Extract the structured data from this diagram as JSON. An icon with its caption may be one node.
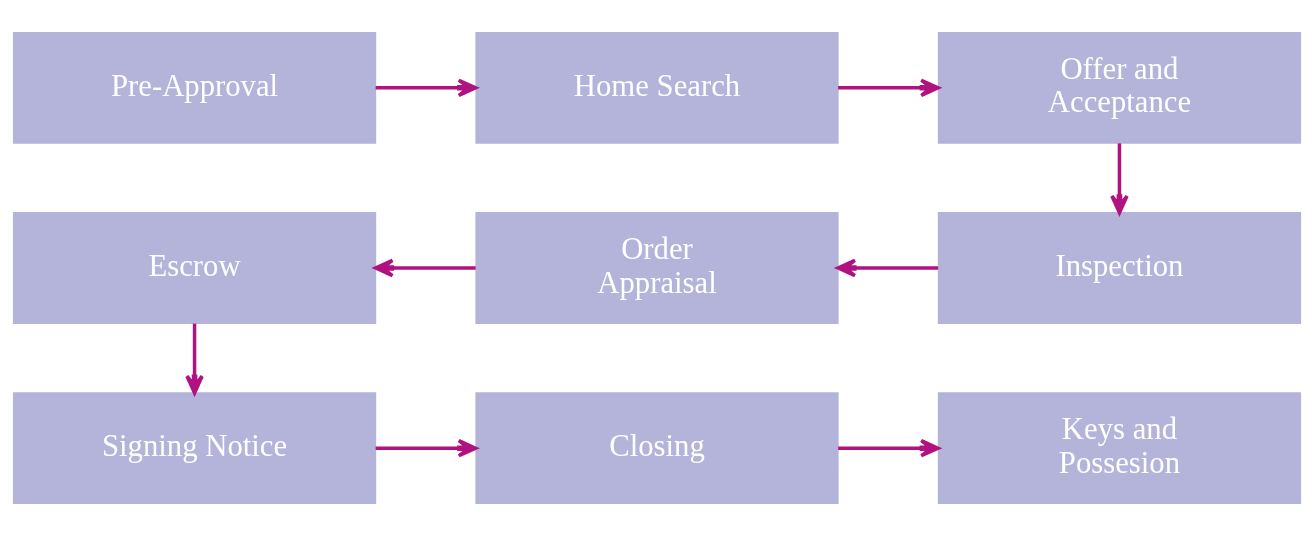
{
  "diagram": {
    "nodes": [
      {
        "text": [
          "Pre-Approval"
        ]
      },
      {
        "text": [
          "Home Search"
        ]
      },
      {
        "text": [
          "Offer and Acceptance"
        ]
      },
      {
        "text": [
          "Inspection"
        ]
      },
      {
        "text": [
          "Order Appraisal"
        ]
      },
      {
        "text": [
          "Escrow"
        ]
      },
      {
        "text": [
          "Signing Notice"
        ]
      },
      {
        "text": [
          "Closing"
        ]
      },
      {
        "text": [
          "Keys and Possesion"
        ]
      }
    ],
    "edges": [
      {
        "from": 0,
        "to": 1,
        "arrow": "to"
      },
      {
        "from": 1,
        "to": 2,
        "arrow": "to"
      },
      {
        "from": 2,
        "to": 3,
        "arrow": "to"
      },
      {
        "from": 3,
        "to": 4,
        "arrow": "to"
      },
      {
        "from": 4,
        "to": 5,
        "arrow": "to"
      },
      {
        "from": 5,
        "to": 6,
        "arrow": "to"
      },
      {
        "from": 6,
        "to": 7,
        "arrow": "to"
      },
      {
        "from": 7,
        "to": 8,
        "arrow": "to"
      }
    ]
  }
}
